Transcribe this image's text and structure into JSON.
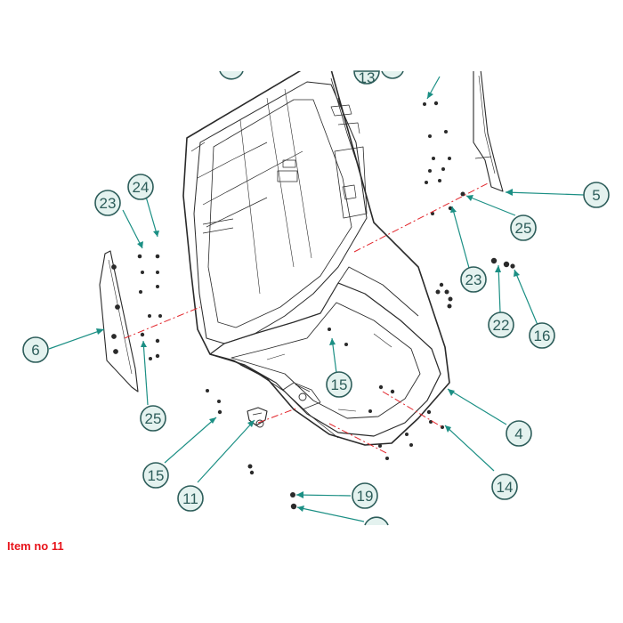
{
  "caption": "Item no 11",
  "colors": {
    "callout": "#2d5d5a",
    "fill": "#e4f2ef",
    "leader": "#1b8f84",
    "axis": "#e2252b",
    "caption": "#e8141b"
  },
  "callouts": [
    {
      "id": "c5",
      "label": "5"
    },
    {
      "id": "c23a",
      "label": "23"
    },
    {
      "id": "c24",
      "label": "24"
    },
    {
      "id": "c25a",
      "label": "25"
    },
    {
      "id": "c23b",
      "label": "23"
    },
    {
      "id": "c22",
      "label": "22"
    },
    {
      "id": "c16",
      "label": "16"
    },
    {
      "id": "c6",
      "label": "6"
    },
    {
      "id": "c15a",
      "label": "15"
    },
    {
      "id": "c4",
      "label": "4"
    },
    {
      "id": "c25b",
      "label": "25"
    },
    {
      "id": "c15b",
      "label": "15"
    },
    {
      "id": "c14",
      "label": "14"
    },
    {
      "id": "c11",
      "label": "11"
    },
    {
      "id": "c19",
      "label": "19"
    },
    {
      "id": "c13top",
      "label": "13"
    }
  ]
}
